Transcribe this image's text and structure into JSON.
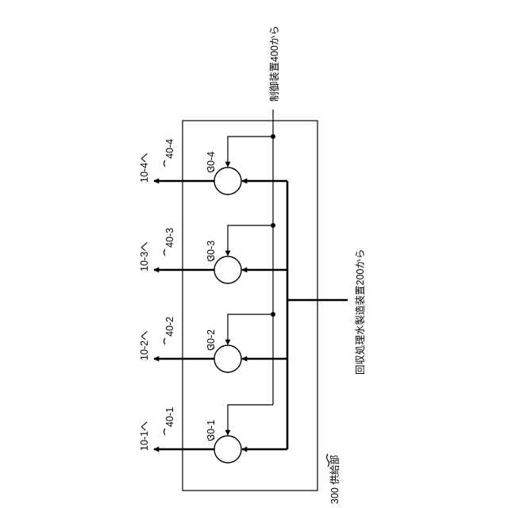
{
  "labels": {
    "controller_source": "制御装置400から",
    "water_source": "回収処理水製造装置200から",
    "supply_unit": "300 供給部"
  },
  "pumps": [
    {
      "id": "30-1",
      "line": "40-1",
      "dest": "10-1へ"
    },
    {
      "id": "30-2",
      "line": "40-2",
      "dest": "10-2へ"
    },
    {
      "id": "30-3",
      "line": "40-3",
      "dest": "10-3へ"
    },
    {
      "id": "30-4",
      "line": "40-4",
      "dest": "10-4へ"
    }
  ]
}
